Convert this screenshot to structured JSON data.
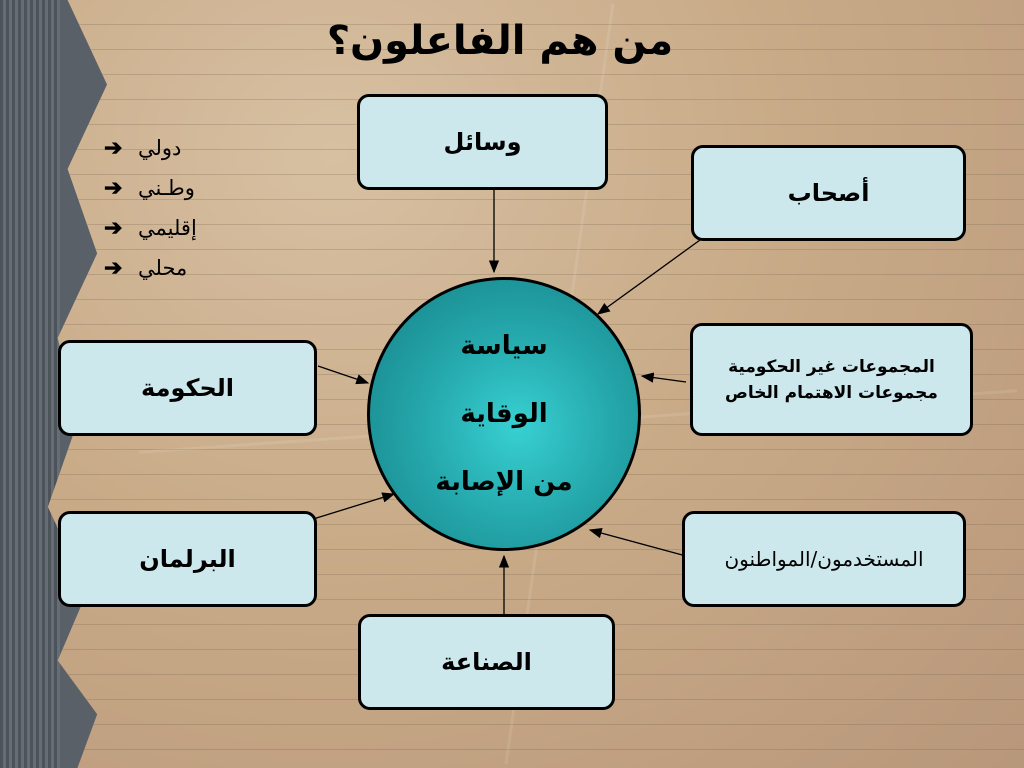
{
  "title": "من هم الفاعلون؟",
  "levels": [
    "دولي",
    "وطـني",
    "إقليمي",
    "محلي"
  ],
  "center": {
    "line1": "سياسة",
    "line2": "الوقاية",
    "line3": "من الإصابة"
  },
  "actors": {
    "media": "وسائل",
    "owners": "أصحاب",
    "ngo_line1": "المجموعات غير الحكومية",
    "ngo_line2": "مجموعات الاهتمام الخاص",
    "users": "المستخدمون/المواطنون",
    "industry": "الصناعة",
    "parliament": "البرلمان",
    "government": "الحكومة"
  },
  "colors": {
    "box_fill": "#cce8ec",
    "circle_fill": "#25a8ac",
    "border": "#000000"
  },
  "icons": {
    "level_marker": "arrow-right-icon"
  }
}
